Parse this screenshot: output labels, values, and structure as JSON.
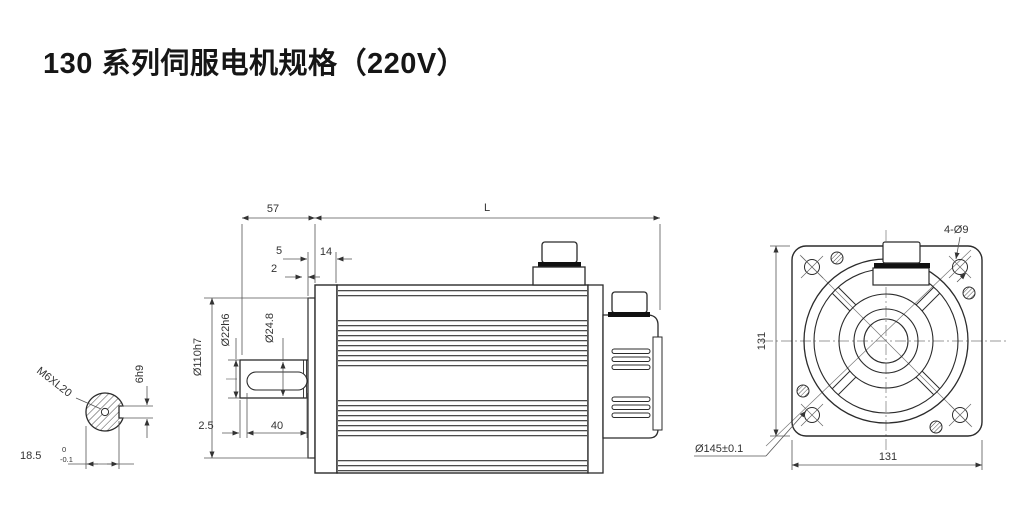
{
  "title": "130 系列伺服电机规格（220V）",
  "end_view": {
    "thread": "M6XL20",
    "keyway_width": "6h9",
    "across_flat": "18.5",
    "tol_upper": "0",
    "tol_lower": "-0.1"
  },
  "side_view": {
    "shaft_extension": "57",
    "body_length": "L",
    "pilot_depth": "5",
    "flange_thickness": "14",
    "groove_width": "2",
    "shaft_diameter": "Ø22h6",
    "key_height": "Ø24.8",
    "pilot_diameter": "Ø110h7",
    "key_offset": "2.5",
    "key_length": "40"
  },
  "flange_view": {
    "height": "131",
    "width": "131",
    "mount_holes": "4-Ø9",
    "bolt_circle": "Ø145±0.1"
  },
  "colors": {
    "object_line": "#2b2b2b",
    "thin_line": "#555555",
    "text": "#333333",
    "background": "#ffffff"
  }
}
